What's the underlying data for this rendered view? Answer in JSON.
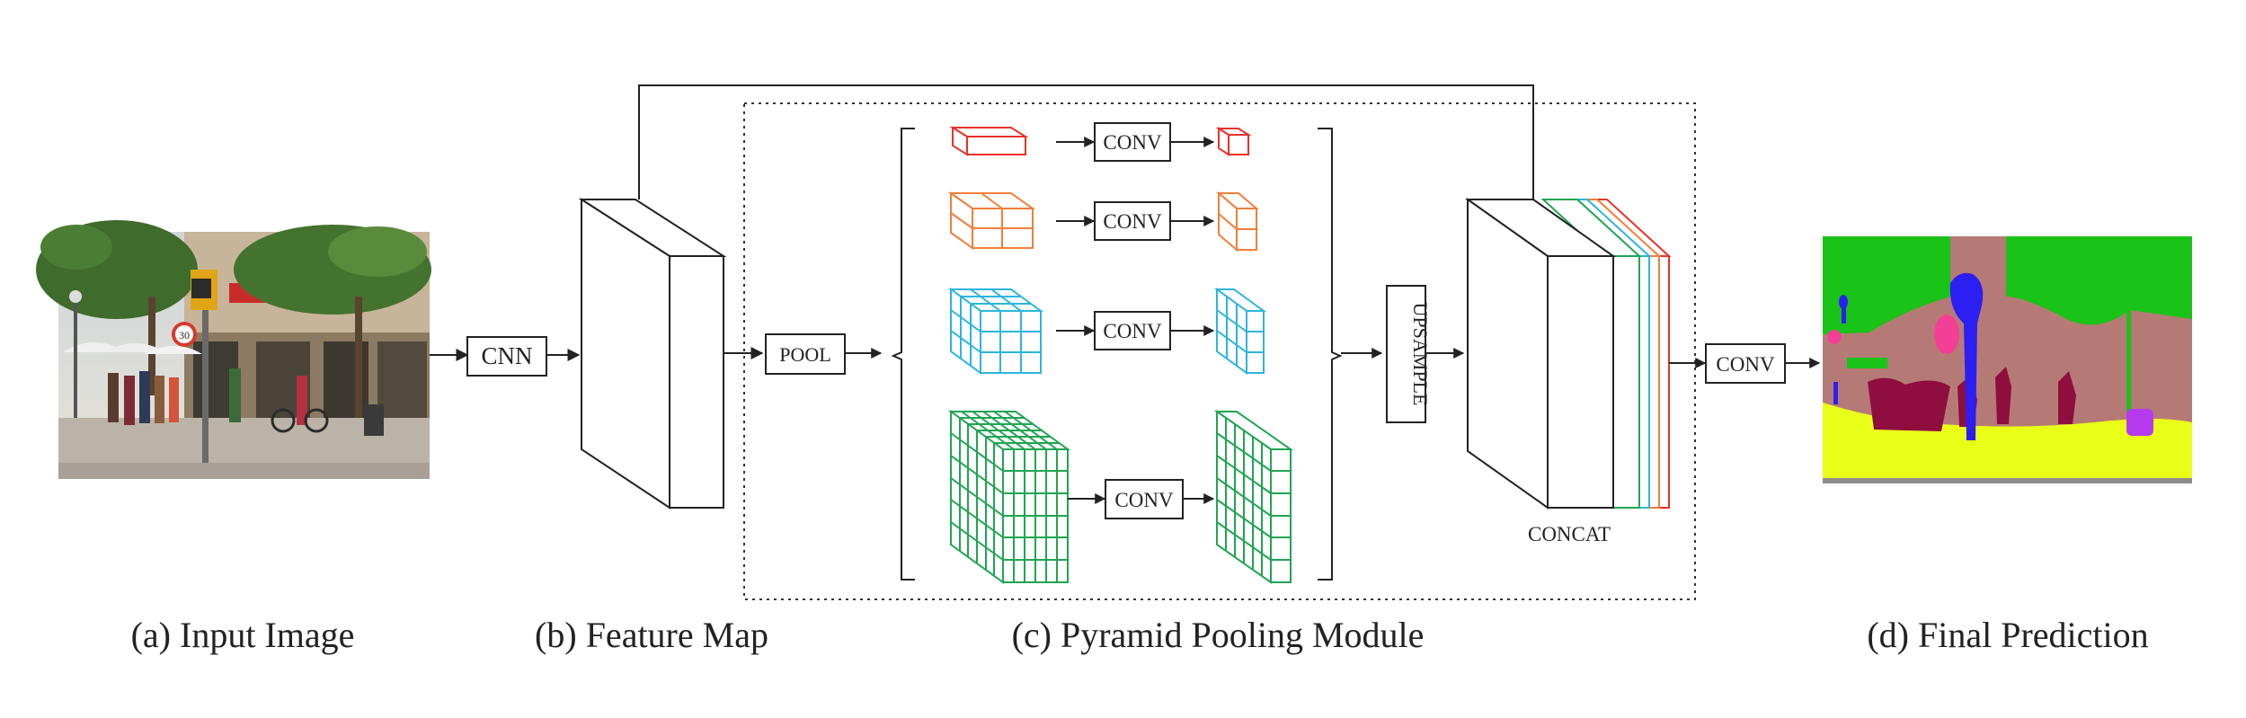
{
  "captions": {
    "a": "(a) Input Image",
    "b": "(b) Feature Map",
    "c": "(c) Pyramid Pooling Module",
    "d": "(d) Final Prediction"
  },
  "labels": {
    "cnn": "CNN",
    "pool": "POOL",
    "conv": "CONV",
    "upsample": "UPSAMPLE",
    "concat": "CONCAT",
    "final_conv": "CONV"
  },
  "colors": {
    "red": "#e8322a",
    "orange": "#f07f3a",
    "cyan": "#2cb5dd",
    "green": "#20a552",
    "seg_green": "#19c317",
    "seg_background": "#b67a76",
    "seg_yellow": "#eaff17",
    "seg_blue": "#2c1ff2",
    "seg_pink": "#f33f95",
    "seg_maroon": "#8f0e3f",
    "seg_purple": "#b63af0",
    "seg_gray": "#8c8c8c"
  },
  "photo_sign_text": "30"
}
